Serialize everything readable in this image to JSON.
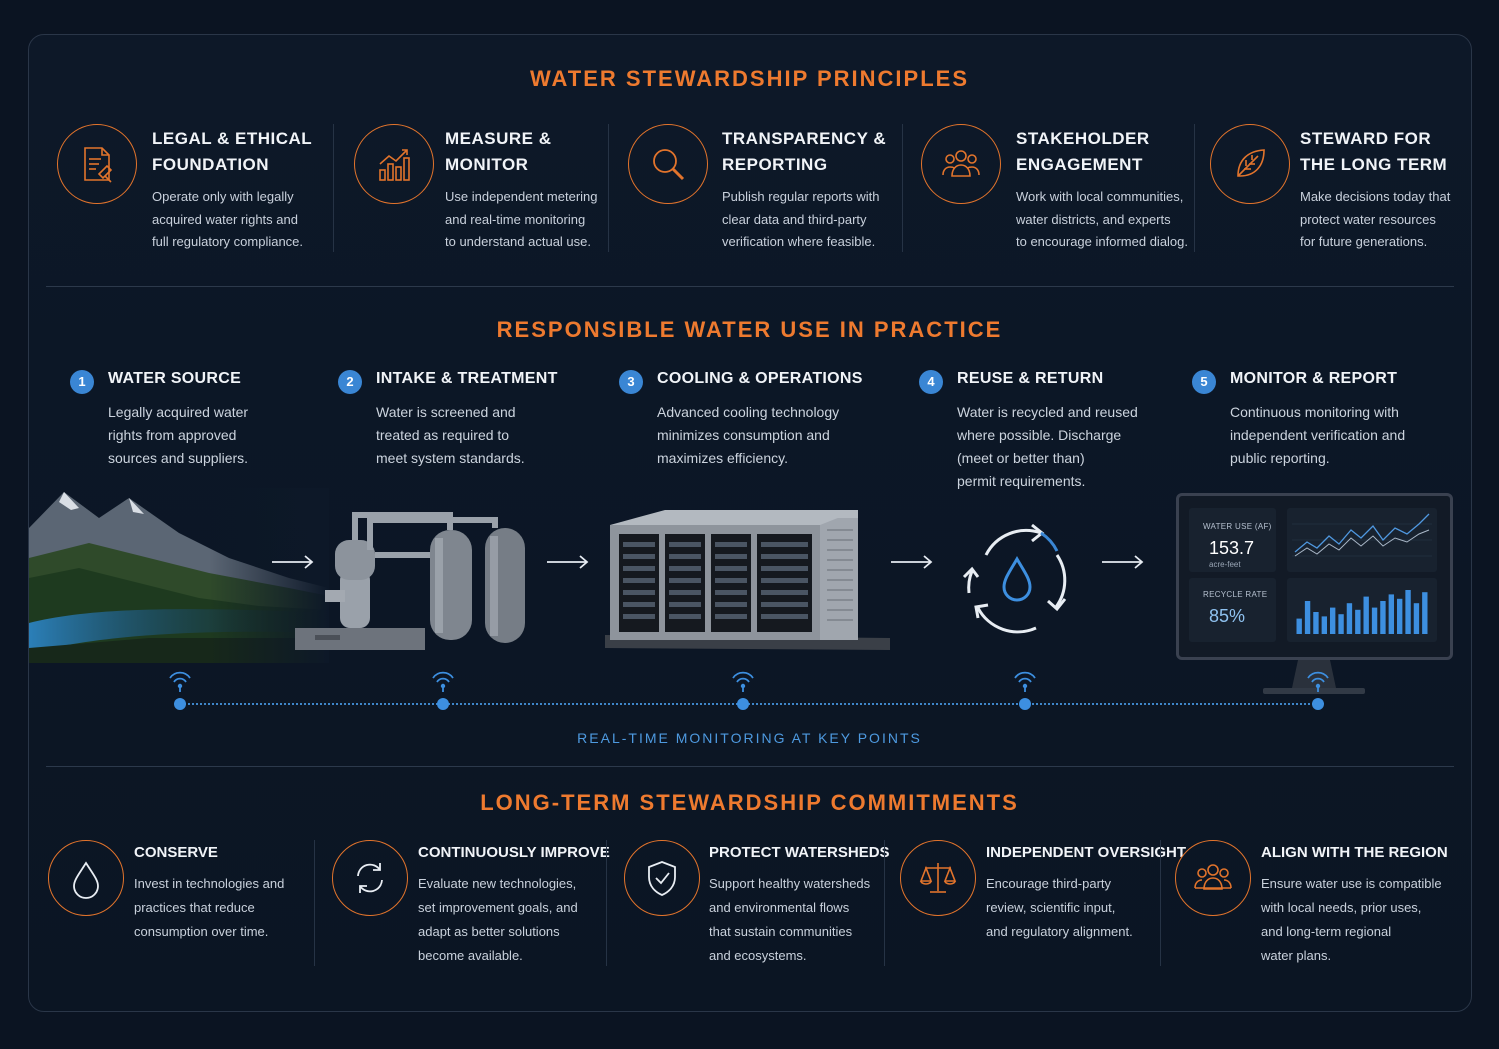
{
  "principles": {
    "title": "WATER STEWARDSHIP PRINCIPLES",
    "items": [
      {
        "title1": "LEGAL & ETHICAL",
        "title2": "FOUNDATION",
        "d1": "Operate only with legally",
        "d2": "acquired water rights and",
        "d3": "full regulatory compliance.",
        "icon": "legal-document-icon"
      },
      {
        "title1": "MEASURE &",
        "title2": "MONITOR",
        "d1": "Use independent metering",
        "d2": "and real-time monitoring",
        "d3": "to understand actual use.",
        "icon": "growth-chart-icon"
      },
      {
        "title1": "TRANSPARENCY &",
        "title2": "REPORTING",
        "d1": "Publish regular reports with",
        "d2": "clear data and third-party",
        "d3": "verification where feasible.",
        "icon": "magnifier-icon"
      },
      {
        "title1": "STAKEHOLDER",
        "title2": "ENGAGEMENT",
        "d1": "Work with local communities,",
        "d2": "water districts, and experts",
        "d3": "to encourage informed dialog.",
        "icon": "people-group-icon"
      },
      {
        "title1": "STEWARD FOR",
        "title2": "THE LONG TERM",
        "d1": "Make decisions today that",
        "d2": "protect water resources",
        "d3": "for future generations.",
        "icon": "leaf-icon"
      }
    ]
  },
  "practice": {
    "title": "RESPONSIBLE WATER USE IN PRACTICE",
    "steps": [
      {
        "num": "1",
        "title": "WATER SOURCE",
        "d1": "Legally acquired water",
        "d2": "rights from approved",
        "d3": "sources and suppliers.",
        "d4": ""
      },
      {
        "num": "2",
        "title": "INTAKE & TREATMENT",
        "d1": "Water is screened and",
        "d2": "treated as required to",
        "d3": "meet system standards.",
        "d4": ""
      },
      {
        "num": "3",
        "title": "COOLING & OPERATIONS",
        "d1": "Advanced cooling technology",
        "d2": "minimizes consumption and",
        "d3": "maximizes efficiency.",
        "d4": ""
      },
      {
        "num": "4",
        "title": "REUSE & RETURN",
        "d1": "Water is recycled and reused",
        "d2": "where possible. Discharge",
        "d3": "(meet or better than)",
        "d4": "permit requirements."
      },
      {
        "num": "5",
        "title": "MONITOR & REPORT",
        "d1": "Continuous monitoring with",
        "d2": "independent verification and",
        "d3": "public reporting.",
        "d4": ""
      }
    ],
    "dashboard": {
      "water_use_label": "WATER USE (AF)",
      "water_use_value": "153.7",
      "water_use_unit": "acre-feet",
      "recycle_label": "RECYCLE RATE",
      "recycle_value": "85%",
      "bars": [
        0.35,
        0.75,
        0.5,
        0.4,
        0.6,
        0.45,
        0.7,
        0.55,
        0.85,
        0.6,
        0.75,
        0.9,
        0.8,
        1.0,
        0.7,
        0.95
      ]
    },
    "monitoring_label": "REAL-TIME MONITORING AT KEY POINTS"
  },
  "commitments": {
    "title": "LONG-TERM STEWARDSHIP COMMITMENTS",
    "items": [
      {
        "title": "CONSERVE",
        "d1": "Invest in technologies and",
        "d2": "practices that reduce",
        "d3": "consumption over time.",
        "d4": "",
        "icon": "water-drop-icon"
      },
      {
        "title": "CONTINUOUSLY IMPROVE",
        "d1": "Evaluate new technologies,",
        "d2": "set improvement goals, and",
        "d3": "adapt as better solutions",
        "d4": "become available.",
        "icon": "refresh-cycle-icon"
      },
      {
        "title": "PROTECT WATERSHEDS",
        "d1": "Support healthy watersheds",
        "d2": "and environmental flows",
        "d3": "that sustain communities",
        "d4": "and ecosystems.",
        "icon": "shield-check-icon"
      },
      {
        "title": "INDEPENDENT OVERSIGHT",
        "d1": "Encourage third-party",
        "d2": "review, scientific input,",
        "d3": "and regulatory alignment.",
        "d4": "",
        "icon": "balance-scale-icon"
      },
      {
        "title": "ALIGN WITH THE REGION",
        "d1": "Ensure water use is compatible",
        "d2": "with local needs, prior uses,",
        "d3": "and long-term regional",
        "d4": "water plans.",
        "icon": "community-icon"
      }
    ]
  },
  "colors": {
    "accent": "#ee7a2f",
    "blue": "#3a86d4",
    "background": "#0b1422"
  }
}
